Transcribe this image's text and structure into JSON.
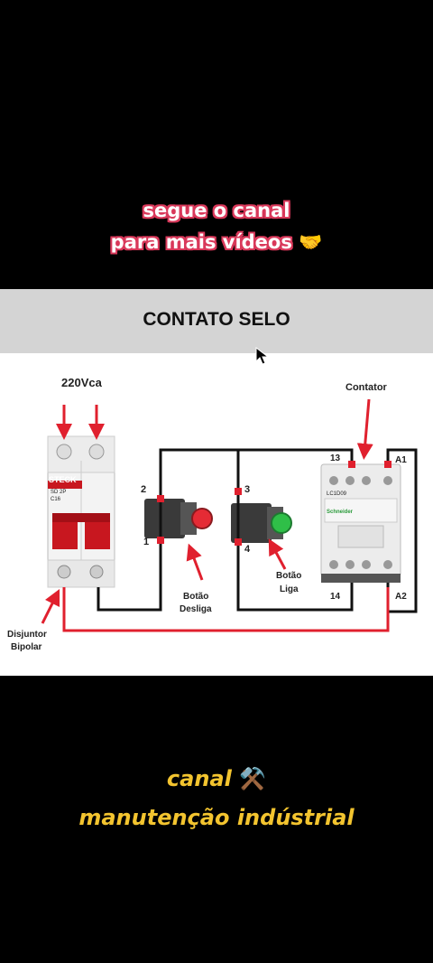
{
  "top_caption": {
    "line1": "segue o canal",
    "line2": "para mais vídeos",
    "emoji": "🤝"
  },
  "diagram": {
    "title": "CONTATO SELO",
    "voltage_label": "220Vca",
    "breaker_label_line1": "Disjuntor",
    "breaker_label_line2": "Bipolar",
    "breaker_brand": "STECK",
    "breaker_model_line1": "SD   2P",
    "breaker_model_line2": "C16",
    "off_button_label_line1": "Botão",
    "off_button_label_line2": "Desliga",
    "on_button_label_line1": "Botão",
    "on_button_label_line2": "Liga",
    "contactor_label": "Contator",
    "contactor_model": "LC1D09",
    "contactor_brand": "Schneider",
    "terminals": {
      "t2": "2",
      "t1": "1",
      "t3": "3",
      "t4": "4",
      "t13": "13",
      "t14": "14",
      "a1": "A1",
      "a2": "A2"
    },
    "colors": {
      "wire": "#111111",
      "arrow": "#e0202e",
      "red_button": "#e52b35",
      "green_button": "#2fbf48",
      "breaker_red": "#c8171f"
    }
  },
  "bottom_caption": {
    "line1": "canal",
    "emoji": "⚒️",
    "line2": "manutenção indústrial"
  }
}
